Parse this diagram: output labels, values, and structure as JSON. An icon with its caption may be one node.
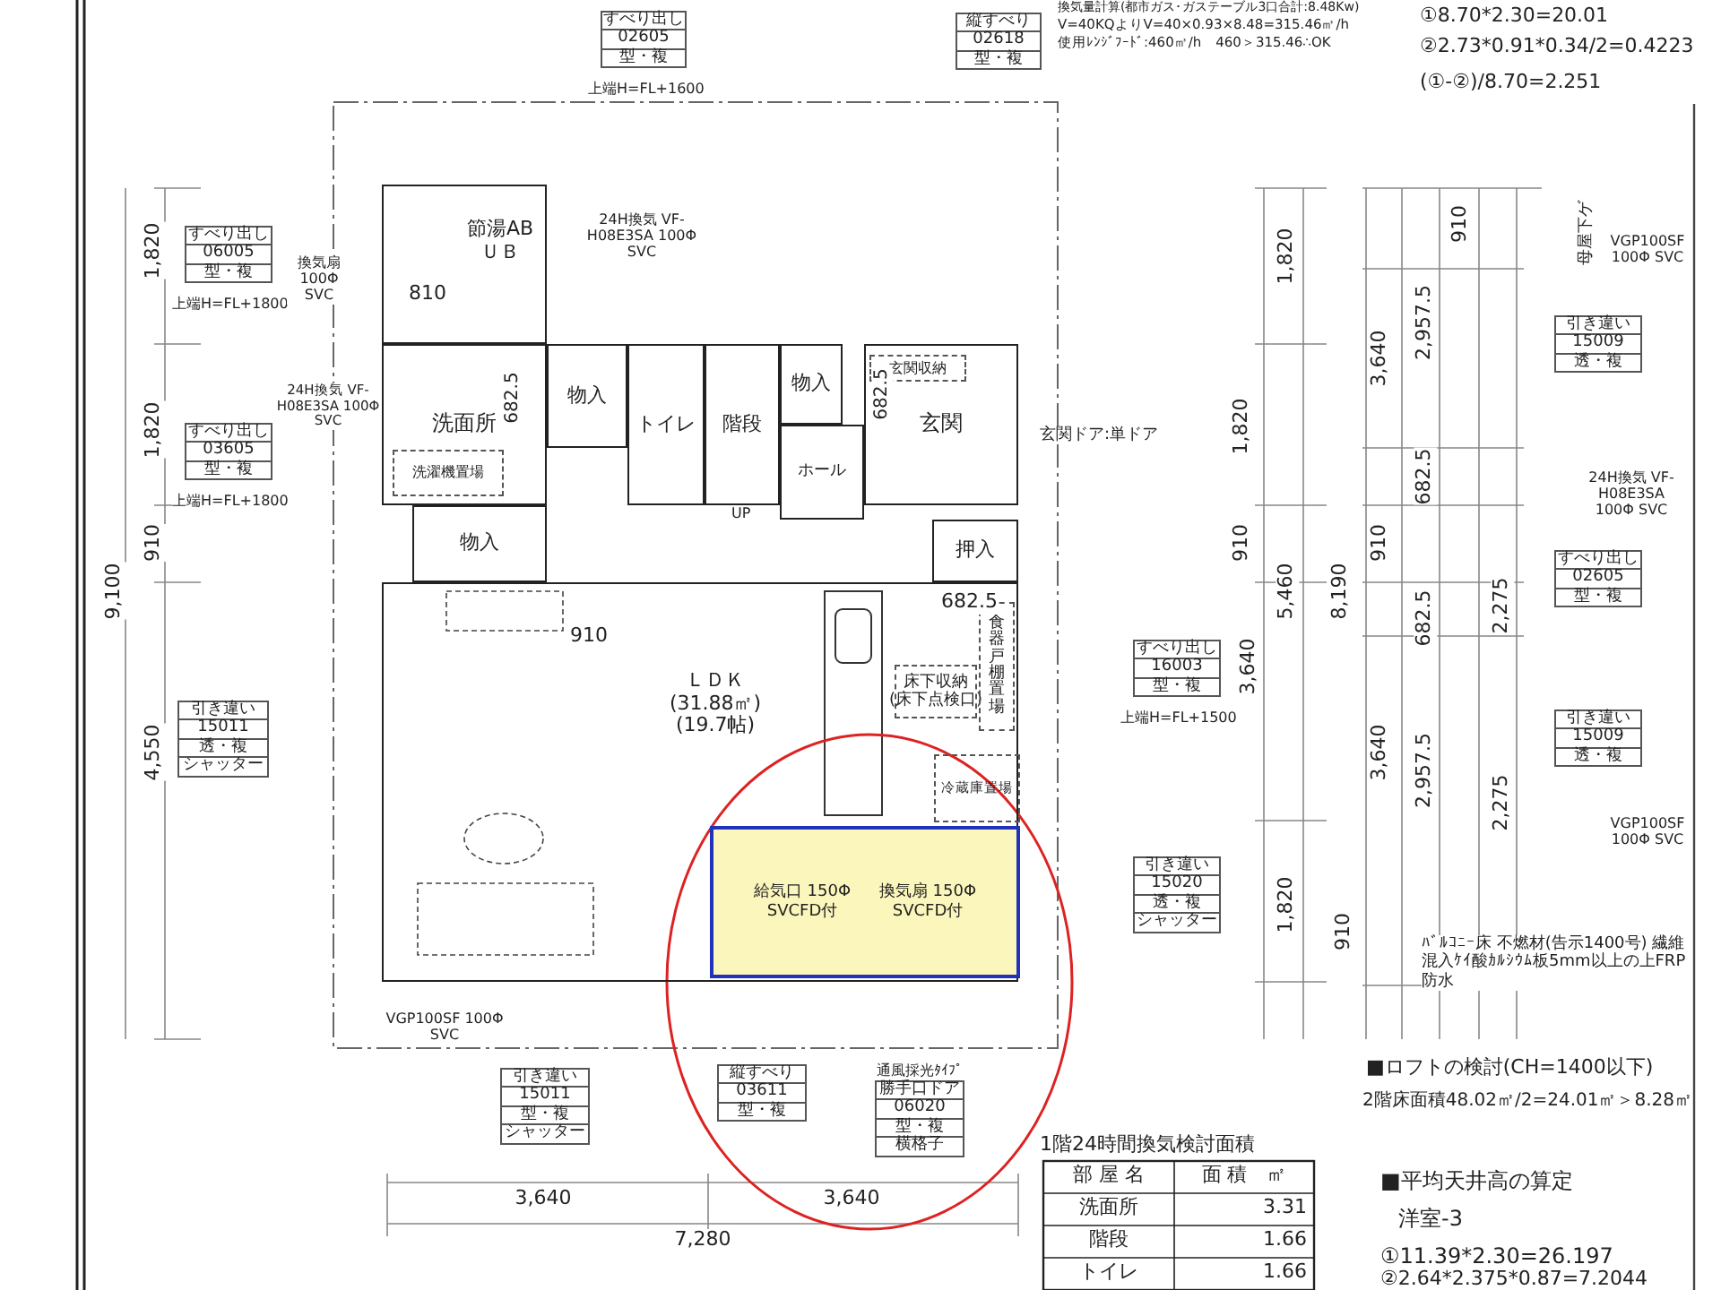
{
  "diagram": {
    "nodes": [
      {
        "text": [
          "節湯AB",
          "ＵＢ"
        ]
      },
      {
        "text": [
          "洗面所"
        ]
      },
      {
        "text": [
          "洗濯機置場"
        ],
        "in": 1
      },
      {
        "text": [
          "物入"
        ]
      },
      {
        "text": [
          "トイレ"
        ]
      },
      {
        "text": [
          "階段"
        ]
      },
      {
        "text": [
          "物入"
        ]
      },
      {
        "text": [
          "ホール"
        ]
      },
      {
        "text": [
          "玄関"
        ]
      },
      {
        "text": [
          "玄関収納"
        ],
        "in": 8
      },
      {
        "text": [
          "物入"
        ]
      },
      {
        "text": [
          "押入"
        ]
      },
      {
        "text": [
          "ＬＤＫ",
          "(31.88㎡)",
          "(19.7帖)"
        ]
      },
      {
        "text": [
          "床下収納",
          "(床下点検口)"
        ],
        "in": 12
      },
      {
        "text": [
          "食器戸棚置場"
        ],
        "in": 12
      },
      {
        "text": [
          "冷蔵庫置場"
        ],
        "in": 12
      },
      {
        "text": [
          "給気口 150Φ SVCFD付",
          "換気扇 150Φ SVCFD付"
        ],
        "in": 12
      },
      {
        "text": [
          "すべり出し",
          "02605",
          "型・複"
        ],
        "beside": [
          "上端H=FL+1600"
        ]
      },
      {
        "text": [
          "縦すべり",
          "02618",
          "型・複"
        ]
      },
      {
        "text": [
          "すべり出し",
          "06005",
          "型・複"
        ],
        "beside": [
          "上端H=FL+1800"
        ]
      },
      {
        "text": [
          "すべり出し",
          "03605",
          "型・複"
        ],
        "beside": [
          "上端H=FL+1800"
        ]
      },
      {
        "text": [
          "引き違い",
          "15011",
          "透・複",
          "シャッター"
        ]
      },
      {
        "text": [
          "引き違い",
          "15011",
          "型・複",
          "シャッター"
        ]
      },
      {
        "text": [
          "縦すべり",
          "03611",
          "型・複"
        ]
      },
      {
        "text": [
          "勝手口ドア",
          "06020",
          "型・複",
          "横格子"
        ],
        "beside": [
          "通風採光ﾀｲﾌﾟ"
        ]
      },
      {
        "text": [
          "すべり出し",
          "16003",
          "型・複"
        ],
        "beside": [
          "上端H=FL+1500"
        ]
      },
      {
        "text": [
          "引き違い",
          "15020",
          "透・複",
          "シャッター"
        ]
      },
      {
        "text": [
          "引き違い",
          "15009",
          "透・複"
        ]
      },
      {
        "text": [
          "すべり出し",
          "02605",
          "型・複"
        ]
      },
      {
        "text": [
          "引き違い",
          "15009",
          "透・複"
        ]
      }
    ],
    "labels": [
      "換気量計算(都市ガス･ガステーブル3口合計:8.48Kw)",
      "V=40KQよりV=40×0.93×8.48=315.46㎥/h",
      "使用ﾚﾝｼﾞﾌｰﾄﾞ:460㎥/h　460＞315.46∴OK",
      "①8.70*2.30=20.01",
      "②2.73*0.91*0.34/2=0.4223",
      "(①-②)/8.70=2.251",
      "24H換気 VF-H08E3SA 100Φ SVC",
      "換気扇 100Φ SVC",
      "24H換気 VF-H08E3SA 100Φ SVC",
      "810",
      "682.5",
      "UP",
      "682.5",
      "玄関ドア:単ドア",
      "910",
      "682.5",
      "VGP100SF 100Φ SVC",
      "母屋下ゲ",
      "VGP100SF 100Φ SVC",
      "24H換気 VF-H08E3SA 100Φ SVC",
      "VGP100SF 100Φ SVC",
      "ﾊﾞﾙｺﾆｰ床 不燃材(告示1400号) 繊維混入ｹｲ酸ｶﾙｼｳﾑ板5mm以上の上FRP防水",
      "■ロフトの検討(CH=1400以下)",
      "2階床面積48.02㎡/2=24.01㎡＞8.28㎡",
      "■平均天井高の算定",
      "洋室-3",
      "①11.39*2.30=26.197",
      "②2.64*2.375*0.87=7.2044",
      "1階24時間換気検討面積",
      "部 屋 名",
      "面 積　㎡",
      "洗面所",
      "3.31",
      "階段",
      "1.66",
      "トイレ",
      "1.66",
      "1,820",
      "1,820",
      "910",
      "9,100",
      "4,550",
      "3,640",
      "3,640",
      "7,280",
      "1,820",
      "1,820",
      "910",
      "5,460",
      "3,640",
      "1,820",
      "3,640",
      "8,190",
      "910",
      "3,640",
      "910",
      "910",
      "2,957.5",
      "682.5",
      "682.5",
      "2,957.5",
      "2,275",
      "2,275"
    ]
  }
}
